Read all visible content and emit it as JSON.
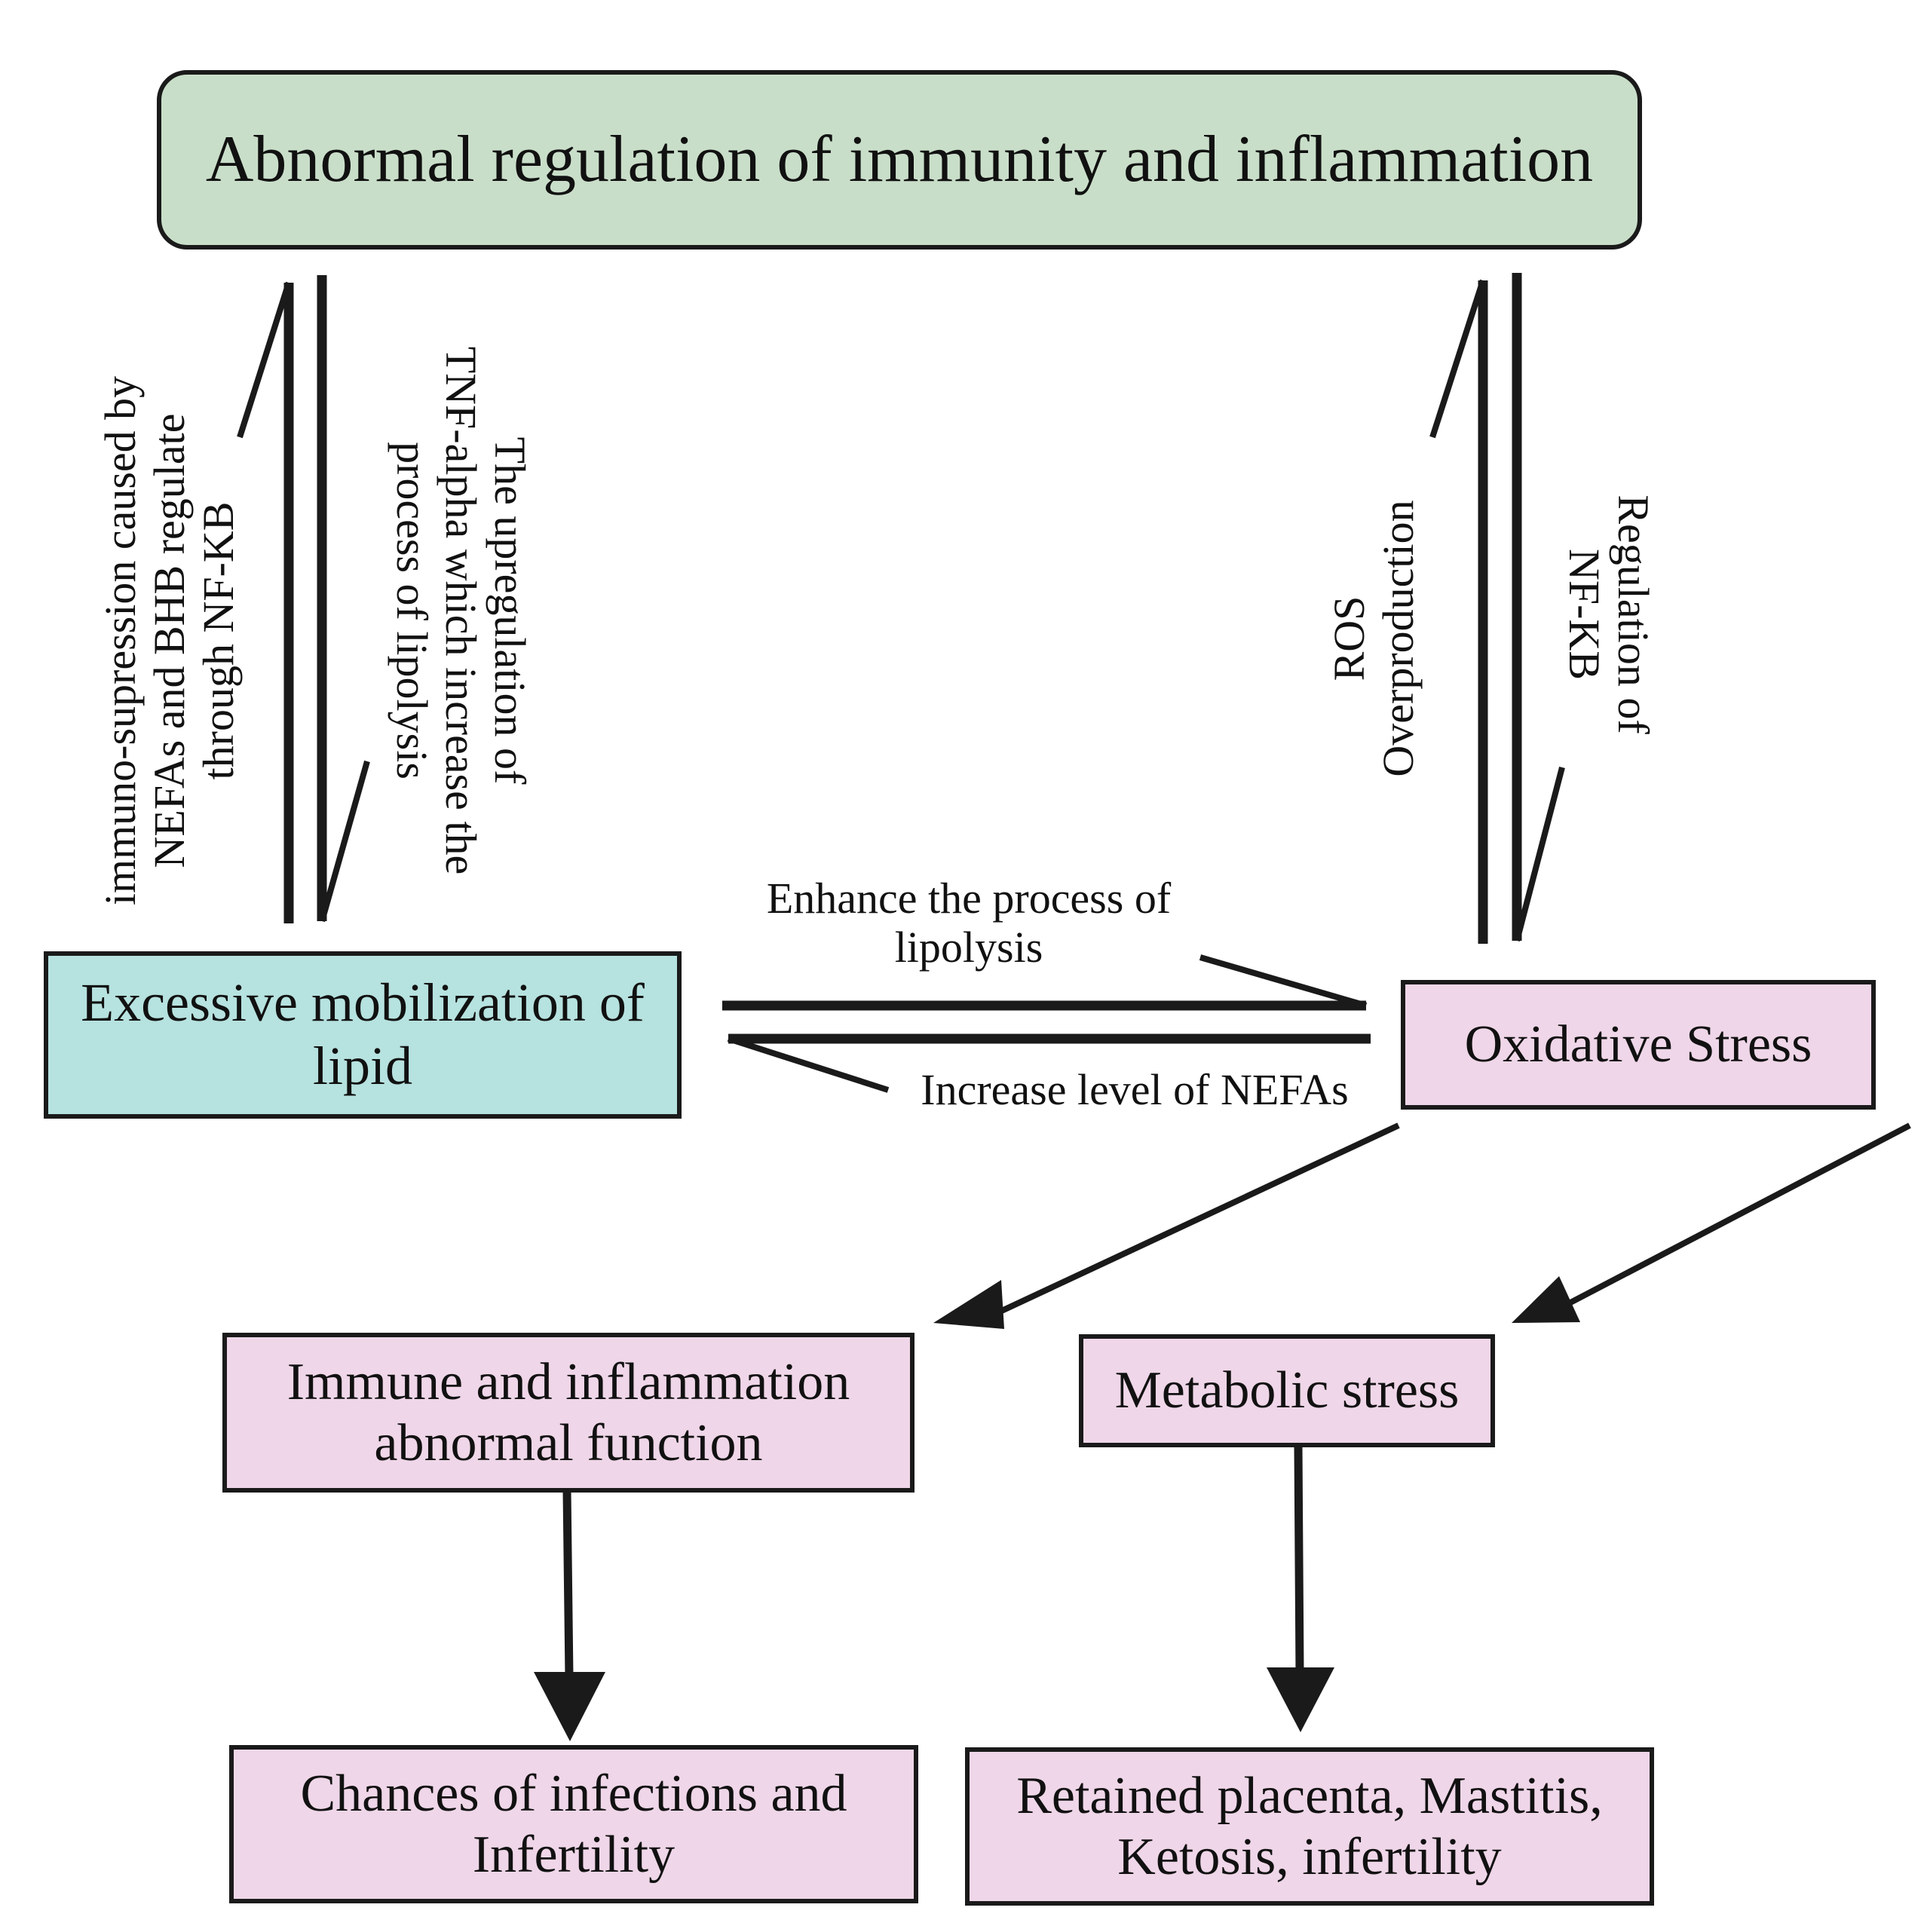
{
  "nodes": {
    "top": "Abnormal regulation of immunity and inflammation",
    "lipid_line1": "Excessive mobilization of",
    "lipid_line2": "lipid",
    "oxidative": "Oxidative Stress",
    "immune_line1": "Immune and inflammation",
    "immune_line2": "abnormal function",
    "metabolic": "Metabolic stress",
    "infections_line1": "Chances of infections and",
    "infections_line2": "Infertility",
    "retained_line1": "Retained placenta, Mastitis,",
    "retained_line2": "Ketosis, infertility"
  },
  "edges": {
    "left_up": {
      "line1": "immuno-supression caused by",
      "line2": "NEFAs and BHB regulate",
      "line3": "through NF-KB"
    },
    "left_down": {
      "line1": "The upregulation of",
      "line2": "TNF-alpha which increase the",
      "line3": "process of lipolysis"
    },
    "right_up": {
      "line1": "ROS",
      "line2": "Overproduction"
    },
    "right_down": {
      "line1": "Regulation of",
      "line2": "NF-KB"
    },
    "h_right": {
      "line1": "Enhance the process of",
      "line2": "lipolysis"
    },
    "h_left": "Increase level of NEFAs"
  },
  "colors": {
    "top_fill": "#c9dec9",
    "lipid_fill": "#b6e2df",
    "pink_fill": "#efd6e8",
    "stroke": "#1a1a1a"
  }
}
